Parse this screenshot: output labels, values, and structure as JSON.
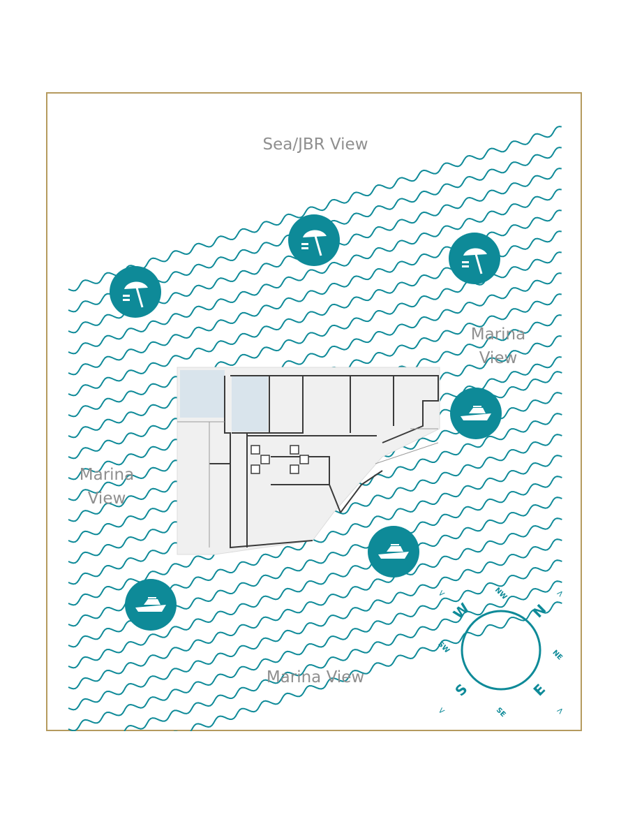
{
  "labels": {
    "top": "Sea/JBR View",
    "right_line1": "Marina",
    "right_line2": "View",
    "left_line1": "Marina",
    "left_line2": "View",
    "bottom": "Marina View"
  },
  "compass": {
    "n": "N",
    "s": "S",
    "e": "E",
    "w": "W",
    "nw": "NW",
    "ne": "NE",
    "sw": "SW",
    "se": "SE",
    "arrow_left": "<",
    "arrow_right": ">"
  },
  "icons": {
    "beach": "beach-umbrella-icon",
    "boat": "yacht-icon"
  },
  "colors": {
    "frame": "#b59a5e",
    "water": "#0e8a98",
    "icon_bg": "#0e8a98",
    "label": "#8f8f8f",
    "floor_plan": "#efefef",
    "highlight_unit": "#d9e4ec",
    "walls": "#3a3a3a"
  }
}
